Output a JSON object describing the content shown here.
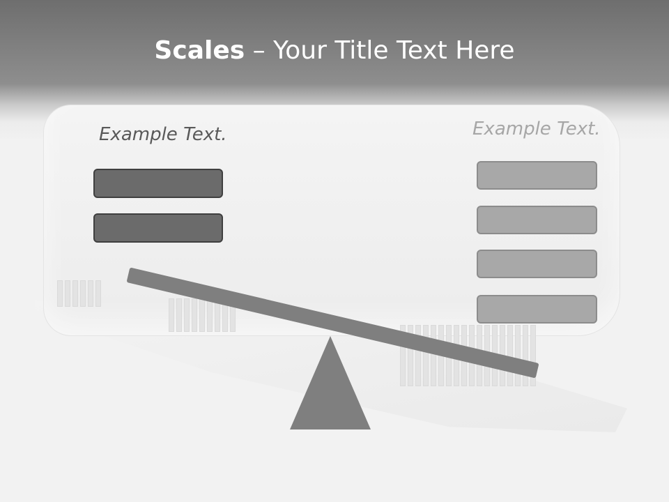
{
  "slide": {
    "title_bold": "Scales",
    "title_rest": " – Your Title Text Here",
    "left_label": "Example Text.",
    "right_label": "Example Text."
  },
  "left_boxes": [
    "",
    ""
  ],
  "right_boxes": [
    "",
    "",
    "",
    ""
  ],
  "colors": {
    "header_top": "#6e6e6e",
    "dark_box": "#6b6b6b",
    "light_box": "#a8a8a8",
    "beam": "#7f7f7f"
  }
}
